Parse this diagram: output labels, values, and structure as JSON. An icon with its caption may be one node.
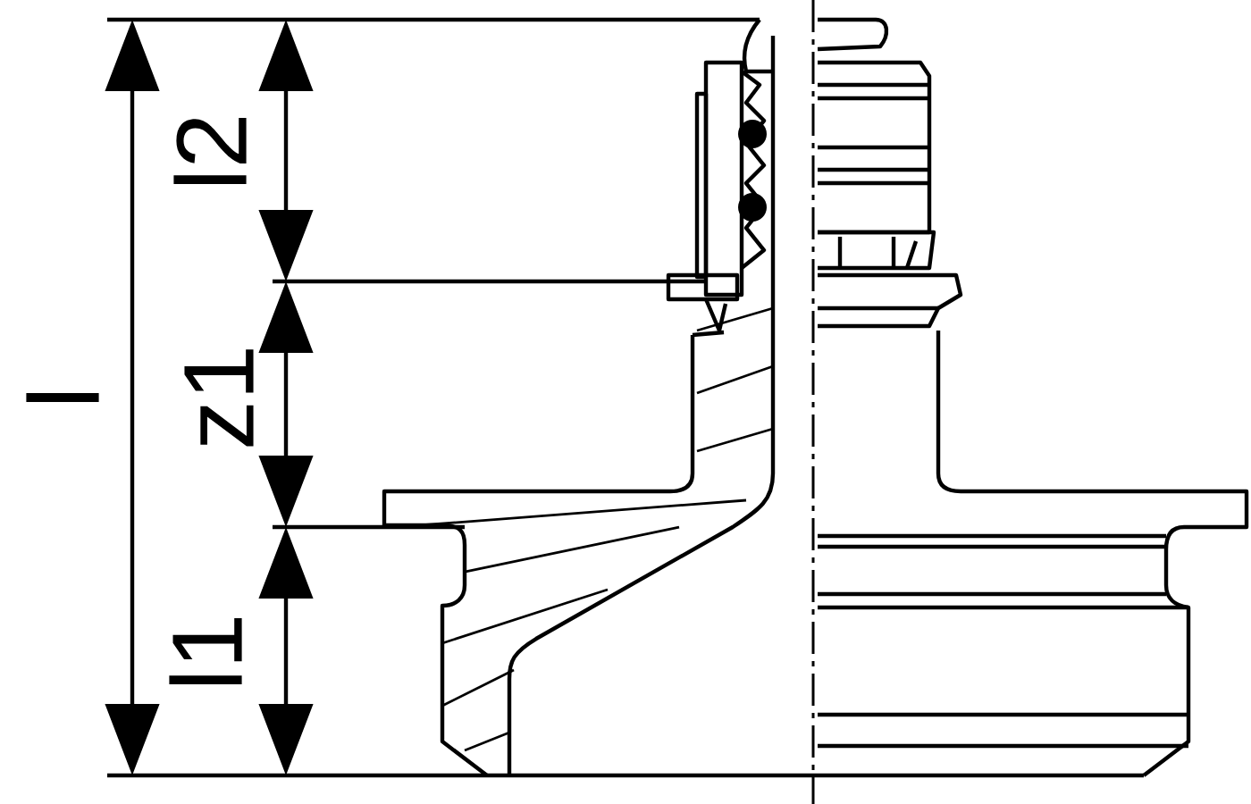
{
  "diagram": {
    "labels": [
      "l2",
      "l",
      "z1",
      "l1"
    ]
  }
}
